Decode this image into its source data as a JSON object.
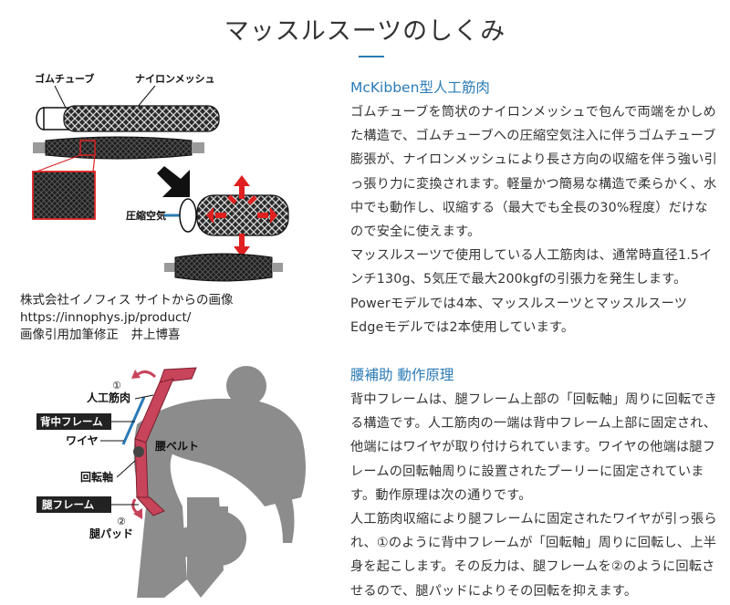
{
  "page": {
    "title": "マッスルスーツのしくみ"
  },
  "figure1": {
    "label_rubber": "ゴムチューブ",
    "label_nylon": "ナイロンメッシュ",
    "label_air": "圧縮空気"
  },
  "caption": {
    "line1": "株式会社イノフィス サイトからの画像",
    "line2": "https://innophys.jp/product/",
    "line3": "画像引用加筆修正　井上博喜"
  },
  "figure2": {
    "num1": "①",
    "label_muscle": "人工筋肉",
    "label_back_frame": "背中フレーム",
    "label_wire": "ワイヤ",
    "label_belt": "腰ベルト",
    "label_axis": "回転軸",
    "label_thigh_frame": "腿フレーム",
    "num2": "②",
    "label_pad": "腿パッド"
  },
  "section1": {
    "heading": "McKibben型人工筋肉",
    "para1": "ゴムチューブを筒状のナイロンメッシュで包んで両端をかしめた構造で、ゴムチューブへの圧縮空気注入に伴うゴムチューブ膨張が、ナイロンメッシュにより長さ方向の収縮を伴う強い引っ張り力に変換されます。軽量かつ簡易な構造で柔らかく、水中でも動作し、収縮する（最大でも全長の30%程度）だけなので安全に使えます。",
    "para2": "マッスルスーツで使用している人工筋肉は、通常時直径1.5インチ130g、5気圧で最大200kgfの引張力を発生します。Powerモデルでは4本、マッスルスーツとマッスルスーツ Edgeモデルでは2本使用しています。"
  },
  "section2": {
    "heading": "腰補助 動作原理",
    "para1": "背中フレームは、腿フレーム上部の「回転軸」周りに回転できる構造です。人工筋肉の一端は背中フレーム上部に固定され、他端にはワイヤが取り付けられています。ワイヤの他端は腿フレームの回転軸周りに設置されたプーリーに固定されています。動作原理は次の通りです。",
    "para2": "人工筋肉収縮により腿フレームに固定されたワイヤが引っ張られ、①のように背中フレームが「回転軸」周りに回転し、上半身を起こします。その反力は、腿フレームを②のように回転させるので、腿パッドによりその回転を抑えます。"
  }
}
